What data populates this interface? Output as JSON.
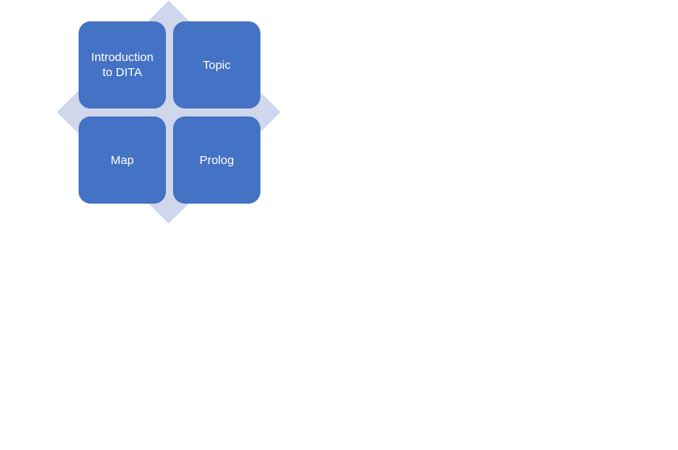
{
  "diagram": {
    "background_shape_color": "#d0d6eb",
    "box_color": "#4472c4",
    "text_color": "#ffffff",
    "items": [
      {
        "label": "Introduction\nto DITA"
      },
      {
        "label": "Topic"
      },
      {
        "label": "Map"
      },
      {
        "label": "Prolog"
      }
    ]
  }
}
